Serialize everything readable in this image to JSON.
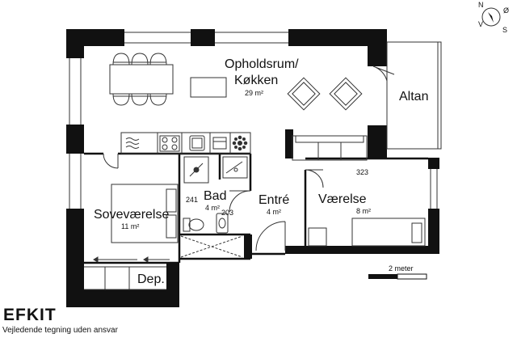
{
  "rooms": {
    "living": {
      "name_line1": "Opholdsrum/",
      "name_line2": "Køkken",
      "area": "29 m²"
    },
    "balcony": {
      "name": "Altan"
    },
    "bedroom": {
      "name": "Soveværelse",
      "area": "11 m²"
    },
    "bath": {
      "name": "Bad",
      "area": "4 m²"
    },
    "entrance": {
      "name": "Entré",
      "area": "4 m²"
    },
    "room": {
      "name": "Værelse",
      "area": "8 m²"
    },
    "storage": {
      "name": "Dep."
    }
  },
  "dimensions": {
    "d323": "323",
    "d241": "241",
    "d203": "203"
  },
  "scale": {
    "label": "2 meter"
  },
  "compass": {
    "n": "N",
    "o": "Ø",
    "s": "S",
    "v": "V"
  },
  "brand": {
    "name": "EFKIT",
    "disclaimer": "Vejledende tegning uden ansvar"
  },
  "colors": {
    "wall": "#111111",
    "line": "#333333"
  },
  "icons": [
    "compass-icon",
    "hob-icon",
    "sink-icon",
    "fan-icon",
    "toilet-icon",
    "shower-icon",
    "washbasin-icon"
  ]
}
